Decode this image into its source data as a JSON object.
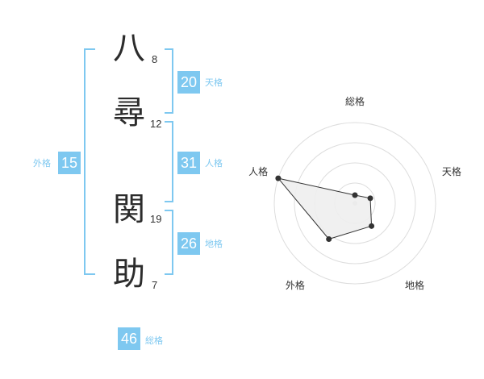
{
  "name": {
    "characters": [
      {
        "char": "八",
        "strokes": "8"
      },
      {
        "char": "尋",
        "strokes": "12"
      },
      {
        "char": "関",
        "strokes": "19"
      },
      {
        "char": "助",
        "strokes": "7"
      }
    ]
  },
  "scores": {
    "tenkaku": {
      "value": "20",
      "label": "天格"
    },
    "jinkaku": {
      "value": "31",
      "label": "人格"
    },
    "chikaku": {
      "value": "26",
      "label": "地格"
    },
    "gaikaku": {
      "value": "15",
      "label": "外格"
    },
    "soukaku": {
      "value": "46",
      "label": "総格"
    }
  },
  "chart_data": {
    "type": "radar",
    "axes": [
      "総格",
      "天格",
      "地格",
      "外格",
      "人格"
    ],
    "values": [
      0.1,
      0.2,
      0.35,
      0.55,
      1.0
    ],
    "rings": 4,
    "fill_color": "#eeeeee",
    "line_color": "#333333",
    "point_color": "#333333"
  },
  "colors": {
    "accent": "#7ec8f0",
    "ring": "#dddddd"
  }
}
